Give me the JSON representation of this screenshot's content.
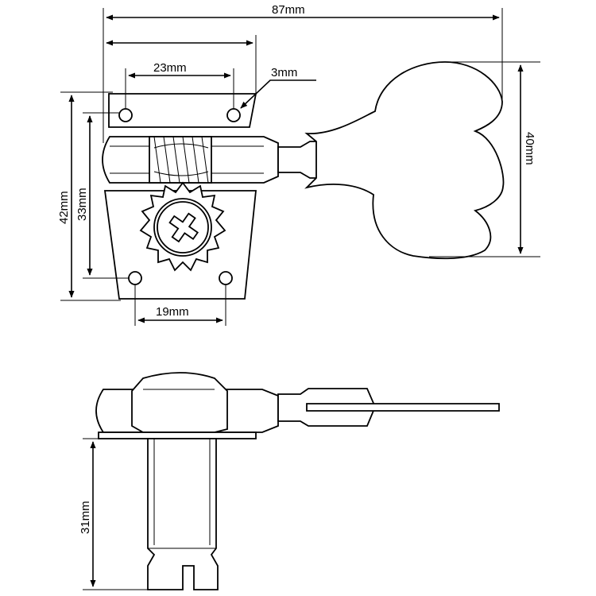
{
  "diagram": {
    "dimensions": {
      "overall_length": "87mm",
      "plate_length": "",
      "top_hole_spacing": "23mm",
      "plate_offset": "3mm",
      "bottom_hole_spacing": "19mm",
      "plate_height": "42mm",
      "hole_vertical_spacing": "33mm",
      "key_height": "40mm",
      "post_length": "31mm"
    },
    "colors": {
      "line": "#000000",
      "background": "#ffffff"
    }
  }
}
